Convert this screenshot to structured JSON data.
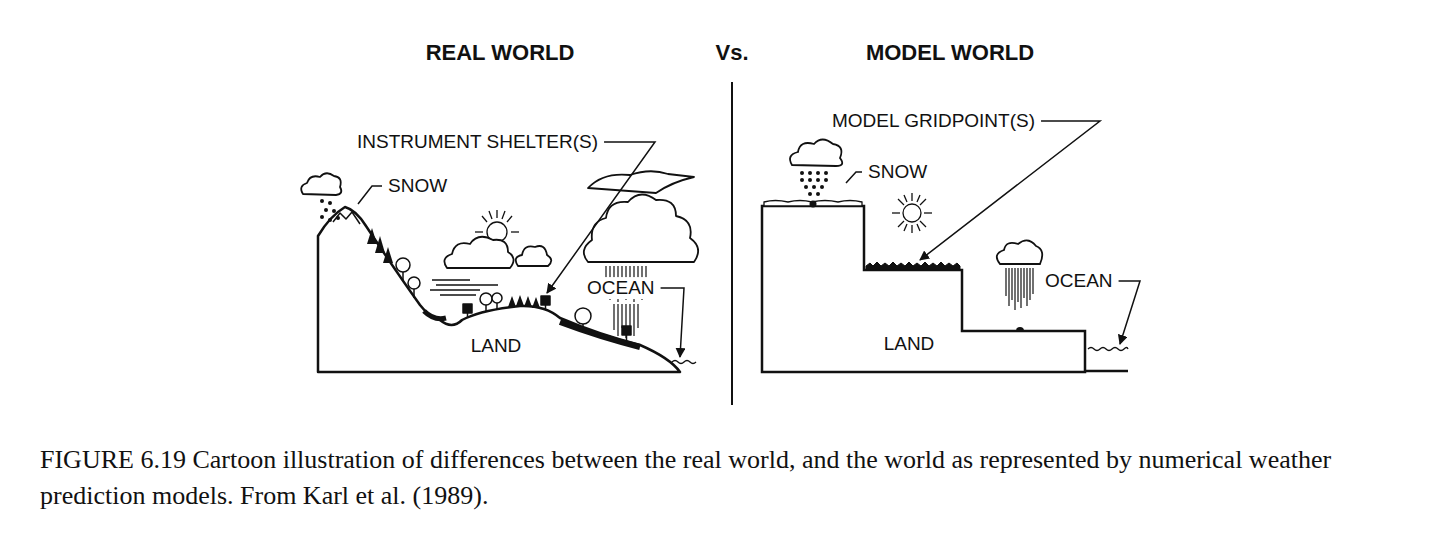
{
  "diagram": {
    "caption": "FIGURE 6.19 Cartoon illustration of differences between the real world, and the world as represented by numerical weather prediction models. From Karl et al. (1989).",
    "labels": [
      "REAL WORLD",
      "Vs.",
      "MODEL WORLD",
      "INSTRUMENT SHELTER(S)",
      "SNOW",
      "OCEAN",
      "LAND",
      "MODEL GRIDPOINT(S)",
      "SNOW",
      "OCEAN",
      "LAND"
    ]
  }
}
